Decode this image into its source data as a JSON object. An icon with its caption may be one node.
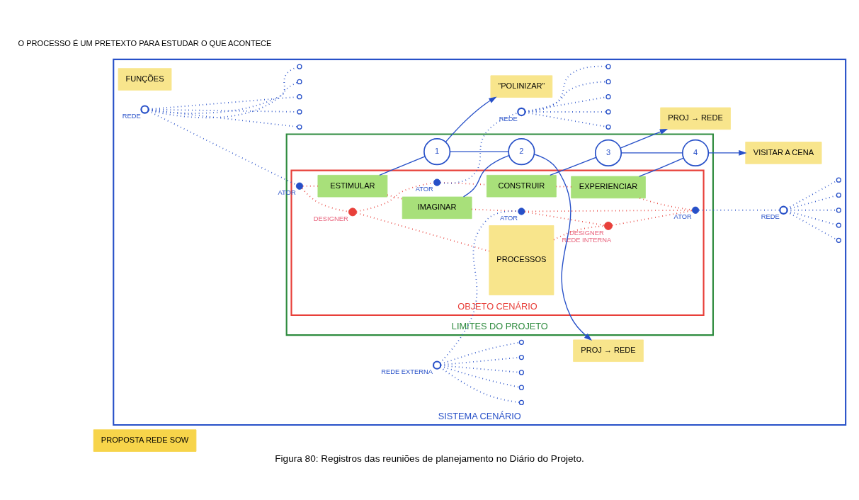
{
  "diagram": {
    "caption": "Figura 80: Registros das reuniões de planejamento no Diário do Projeto.",
    "nodes": [
      {
        "text": [
          "PROPOSTA REDE SOW"
        ]
      },
      {
        "text": [
          "SISTEMA CENÁRIO"
        ]
      },
      {
        "text": [
          "LIMITES DO PROJETO"
        ],
        "in": 1
      },
      {
        "text": [
          "OBJETO CENÁRIO"
        ],
        "in": 2
      },
      {
        "text": [],
        "shape": "circle",
        "in": 3,
        "beside": [
          "DESIGNER"
        ]
      },
      {
        "text": [],
        "shape": "circle",
        "in": 3,
        "beside": [
          "ATOR"
        ]
      },
      {
        "text": [],
        "shape": "circle",
        "in": 3,
        "beside": [
          "ATOR"
        ]
      },
      {
        "text": [
          "ESTIMULAR"
        ],
        "in": 3
      },
      {
        "text": [
          "IMAGINAR"
        ],
        "in": 3
      },
      {
        "text": [
          "PROCESSOS"
        ],
        "in": 3
      },
      {
        "text": [
          "CONSTRUIR"
        ],
        "in": 3
      },
      {
        "text": [
          "EXPERIENCIAR"
        ],
        "in": 3
      },
      {
        "text": [],
        "shape": "circle",
        "in": 3,
        "beside": [
          "ATOR"
        ]
      },
      {
        "text": [],
        "shape": "circle",
        "in": 3,
        "beside": [
          "ATOR"
        ]
      },
      {
        "text": [],
        "shape": "circle",
        "in": 3,
        "beside": [
          "DESIGNER",
          "REDE INTERNA"
        ]
      },
      {
        "text": [
          "1"
        ],
        "in": 2
      },
      {
        "text": [
          "2"
        ],
        "in": 2
      },
      {
        "text": [
          "3"
        ],
        "in": 2
      },
      {
        "text": [
          "4"
        ],
        "in": 2
      },
      {
        "text": [
          "“POLINIZAR”"
        ],
        "in": 1
      },
      {
        "text": [
          "PROJ → REDE"
        ],
        "in": 1
      },
      {
        "text": [
          "PROJ → REDE"
        ],
        "in": 1
      },
      {
        "text": [
          "VISITAR A CENA"
        ],
        "in": 1
      },
      {
        "text": [
          "FUNÇÕES"
        ],
        "in": 1
      },
      {
        "text": [],
        "shape": "circle",
        "in": 1,
        "beside": [
          "REDE"
        ]
      },
      {
        "text": [],
        "shape": "circle",
        "in": 1
      },
      {
        "text": [],
        "shape": "circle",
        "in": 1
      },
      {
        "text": [],
        "shape": "circle",
        "in": 1
      },
      {
        "text": [],
        "shape": "circle",
        "in": 1
      },
      {
        "text": [],
        "shape": "circle",
        "in": 1
      },
      {
        "text": [],
        "shape": "circle",
        "in": 1,
        "beside": [
          "REDE"
        ]
      },
      {
        "text": [],
        "shape": "circle",
        "in": 1
      },
      {
        "text": [],
        "shape": "circle",
        "in": 1
      },
      {
        "text": [],
        "shape": "circle",
        "in": 1
      },
      {
        "text": [],
        "shape": "circle",
        "in": 1
      },
      {
        "text": [],
        "shape": "circle",
        "in": 1
      },
      {
        "text": [],
        "shape": "circle",
        "in": 1,
        "beside": [
          "REDE EXTERNA"
        ]
      },
      {
        "text": [],
        "shape": "circle",
        "in": 1
      },
      {
        "text": [],
        "shape": "circle",
        "in": 1
      },
      {
        "text": [],
        "shape": "circle",
        "in": 1
      },
      {
        "text": [],
        "shape": "circle",
        "in": 1
      },
      {
        "text": [],
        "shape": "circle",
        "in": 1
      },
      {
        "text": [],
        "shape": "circle",
        "in": 1,
        "beside": [
          "REDE"
        ]
      },
      {
        "text": [],
        "shape": "circle",
        "in": 1
      },
      {
        "text": [],
        "shape": "circle",
        "in": 1
      },
      {
        "text": [],
        "shape": "circle",
        "in": 1
      },
      {
        "text": [],
        "shape": "circle",
        "in": 1
      },
      {
        "text": [],
        "shape": "circle",
        "in": 1
      }
    ],
    "edges": [
      {
        "from": 24,
        "to": 5,
        "arrow": "none",
        "style": "dashed"
      },
      {
        "from": 5,
        "to": 4,
        "arrow": "none",
        "style": "dashed",
        "color": "#e8403a"
      },
      {
        "from": 4,
        "to": 6,
        "arrow": "none",
        "style": "dashed",
        "color": "#e8403a"
      },
      {
        "from": 6,
        "to": 30,
        "arrow": "none",
        "style": "dashed"
      },
      {
        "from": 5,
        "to": 7,
        "arrow": "none",
        "style": "dashed",
        "color": "#e8403a"
      },
      {
        "from": 7,
        "to": 8,
        "arrow": "none",
        "style": "dashed",
        "color": "#e8403a"
      },
      {
        "from": 8,
        "to": 12,
        "arrow": "none",
        "style": "dashed",
        "color": "#e8403a"
      },
      {
        "from": 4,
        "to": 9,
        "arrow": "none",
        "style": "dashed",
        "color": "#e8403a"
      },
      {
        "from": 9,
        "to": 14,
        "arrow": "none",
        "style": "dashed",
        "color": "#e8403a"
      },
      {
        "from": 6,
        "to": 10,
        "arrow": "none",
        "style": "dashed",
        "color": "#e8403a"
      },
      {
        "from": 10,
        "to": 11,
        "arrow": "none",
        "style": "dashed",
        "color": "#e8403a"
      },
      {
        "from": 11,
        "to": 13,
        "arrow": "none",
        "style": "dashed",
        "color": "#e8403a"
      },
      {
        "from": 12,
        "to": 14,
        "arrow": "none",
        "style": "dashed",
        "color": "#e8403a"
      },
      {
        "from": 12,
        "to": 13,
        "arrow": "none",
        "style": "dashed",
        "color": "#e8403a"
      },
      {
        "from": 14,
        "to": 13,
        "arrow": "none",
        "style": "dashed",
        "color": "#e8403a"
      },
      {
        "from": 36,
        "to": 12,
        "arrow": "none",
        "style": "dashed"
      },
      {
        "from": 13,
        "to": 42,
        "arrow": "none",
        "style": "dashed"
      },
      {
        "from": 7,
        "to": 15,
        "arrow": "none"
      },
      {
        "from": 15,
        "to": 19,
        "arrow": "to"
      },
      {
        "from": 15,
        "to": 16,
        "arrow": "none"
      },
      {
        "from": 8,
        "to": 16,
        "arrow": "none"
      },
      {
        "from": 16,
        "to": 20,
        "arrow": "to"
      },
      {
        "from": 10,
        "to": 17,
        "arrow": "none"
      },
      {
        "from": 17,
        "to": 21,
        "arrow": "to"
      },
      {
        "from": 17,
        "to": 18,
        "arrow": "none"
      },
      {
        "from": 11,
        "to": 18,
        "arrow": "none"
      },
      {
        "from": 18,
        "to": 22,
        "arrow": "to"
      },
      {
        "from": 24,
        "to": 25,
        "arrow": "none",
        "style": "dashed"
      },
      {
        "from": 24,
        "to": 26,
        "arrow": "none",
        "style": "dashed"
      },
      {
        "from": 24,
        "to": 27,
        "arrow": "none",
        "style": "dashed"
      },
      {
        "from": 24,
        "to": 28,
        "arrow": "none",
        "style": "dashed"
      },
      {
        "from": 24,
        "to": 29,
        "arrow": "none",
        "style": "dashed"
      },
      {
        "from": 30,
        "to": 31,
        "arrow": "none",
        "style": "dashed"
      },
      {
        "from": 30,
        "to": 32,
        "arrow": "none",
        "style": "dashed"
      },
      {
        "from": 30,
        "to": 33,
        "arrow": "none",
        "style": "dashed"
      },
      {
        "from": 30,
        "to": 34,
        "arrow": "none",
        "style": "dashed"
      },
      {
        "from": 30,
        "to": 35,
        "arrow": "none",
        "style": "dashed"
      },
      {
        "from": 36,
        "to": 37,
        "arrow": "none",
        "style": "dashed"
      },
      {
        "from": 36,
        "to": 38,
        "arrow": "none",
        "style": "dashed"
      },
      {
        "from": 36,
        "to": 39,
        "arrow": "none",
        "style": "dashed"
      },
      {
        "from": 36,
        "to": 40,
        "arrow": "none",
        "style": "dashed"
      },
      {
        "from": 36,
        "to": 41,
        "arrow": "none",
        "style": "dashed"
      },
      {
        "from": 42,
        "to": 43,
        "arrow": "none",
        "style": "dashed"
      },
      {
        "from": 42,
        "to": 44,
        "arrow": "none",
        "style": "dashed"
      },
      {
        "from": 42,
        "to": 45,
        "arrow": "none",
        "style": "dashed"
      },
      {
        "from": 42,
        "to": 46,
        "arrow": "none",
        "style": "dashed"
      },
      {
        "from": 42,
        "to": 47,
        "arrow": "none",
        "style": "dashed"
      }
    ],
    "labels": [
      "O PROCESSO É UM PRETEXTO PARA ESTUDAR O QUE ACONTECE"
    ]
  }
}
